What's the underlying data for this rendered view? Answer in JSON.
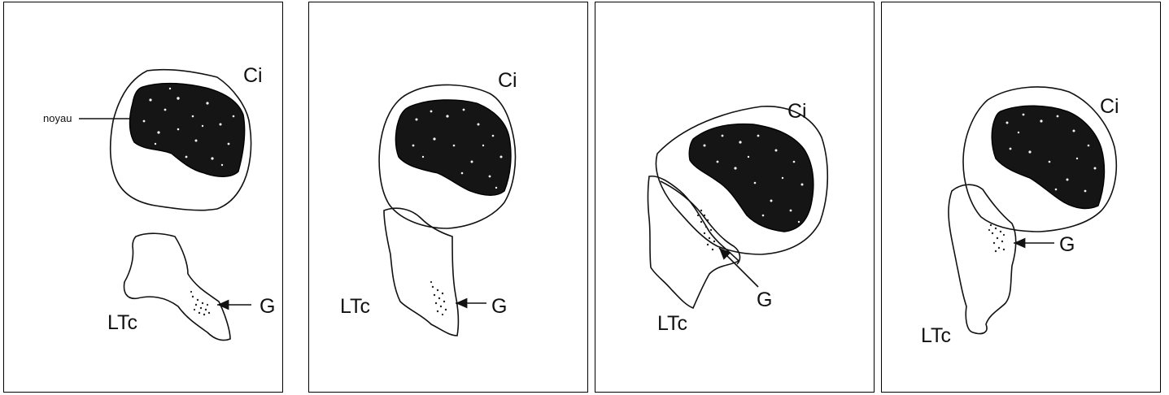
{
  "panels": [
    {
      "cell_label": "Ci",
      "nucleus_label": "noyau",
      "lymphocyte_label": "LTc",
      "granule_label": "G"
    },
    {
      "cell_label": "Ci",
      "lymphocyte_label": "LTc",
      "granule_label": "G"
    },
    {
      "cell_label": "Ci",
      "lymphocyte_label": "LTc",
      "granule_label": "G"
    },
    {
      "cell_label": "Ci",
      "lymphocyte_label": "LTc",
      "granule_label": "G"
    }
  ],
  "colors": {
    "ink": "#111111",
    "background": "#ffffff"
  }
}
